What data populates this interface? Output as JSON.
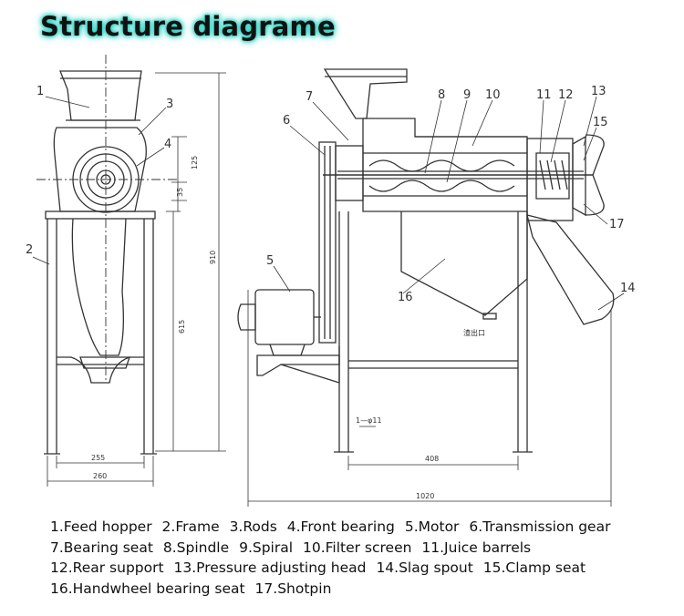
{
  "title": "Structure diagrame",
  "numbers": [
    "1",
    "2",
    "3",
    "4",
    "5",
    "6",
    "7",
    "8",
    "9",
    "10",
    "11",
    "12",
    "13",
    "15",
    "17",
    "16",
    "14"
  ],
  "dimensions": {
    "d125": "125",
    "d35": "35",
    "d910": "910",
    "d615": "615",
    "d255": "255",
    "d260": "260",
    "d408": "408",
    "d1020": "1020",
    "d11": "1—φ11"
  },
  "slag_label": "渣出口",
  "legend": [
    [
      "1.Feed hopper",
      "2.Frame",
      "3.Rods",
      "4.Front bearing",
      "5.Motor",
      "6.Transmission gear"
    ],
    [
      "7.Bearing seat",
      "8.Spindle",
      "9.Spiral",
      "10.Filter screen",
      "11.Juice barrels"
    ],
    [
      "12.Rear support",
      "13.Pressure adjusting head",
      "14.Slag spout",
      "15.Clamp seat"
    ],
    [
      "16.Handwheel bearing seat",
      "17.Shotpin"
    ]
  ]
}
